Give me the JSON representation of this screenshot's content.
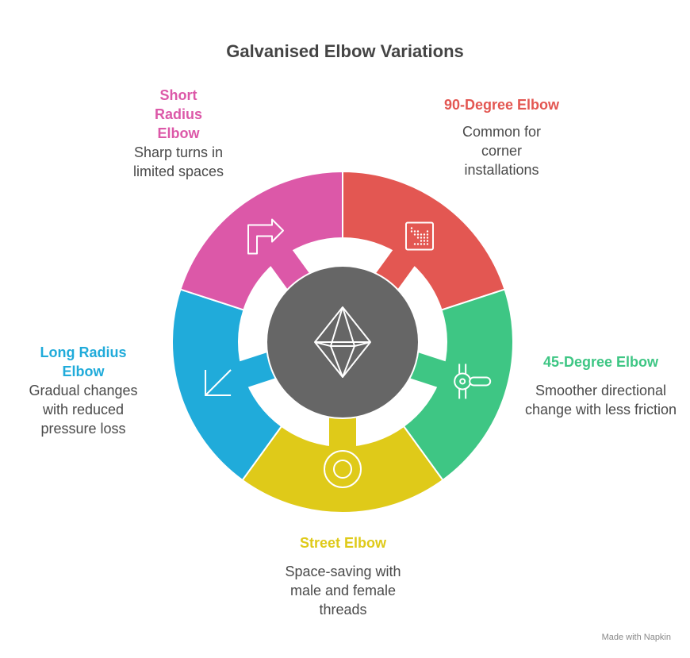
{
  "title": "Galvanised Elbow Variations",
  "items": [
    {
      "heading": "90-Degree Elbow",
      "desc": "Common for corner installations",
      "color": "#e35752",
      "icon": "dot-grid-icon"
    },
    {
      "heading": "45-Degree Elbow",
      "desc": "Smoother directional change with less friction",
      "color": "#3ec684",
      "icon": "valve-icon"
    },
    {
      "heading": "Street Elbow",
      "desc": "Space-saving with male and female threads",
      "color": "#dfca19",
      "icon": "target-circle-icon"
    },
    {
      "heading": "Long Radius Elbow",
      "desc": "Gradual changes with reduced pressure loss",
      "color": "#20abda",
      "icon": "arrow-down-left-icon"
    },
    {
      "heading": "Short Radius Elbow",
      "desc": "Sharp turns in limited spaces",
      "color": "#dc58a8",
      "icon": "turn-right-arrow-icon"
    }
  ],
  "center": {
    "color": "#666666",
    "icon": "diamond-icon"
  },
  "footer": "Made with Napkin"
}
